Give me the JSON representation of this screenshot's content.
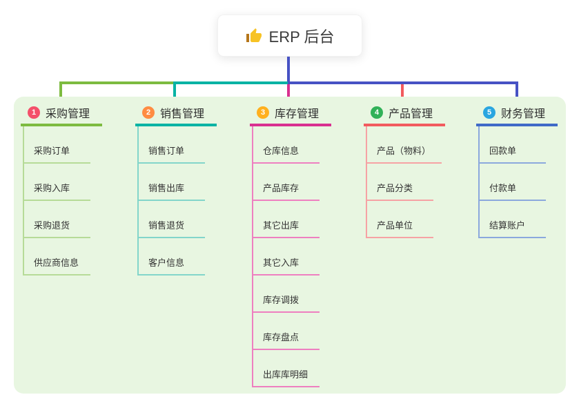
{
  "root": {
    "icon": "thumbs-up",
    "label": "ERP 后台"
  },
  "branches": [
    {
      "num": "1",
      "label": "采购管理",
      "badge_color": "#f4506a",
      "line_color": "#7dbb40",
      "sub_line_color": "#b6db97",
      "children": [
        "采购订单",
        "采购入库",
        "采购退货",
        "供应商信息"
      ]
    },
    {
      "num": "2",
      "label": "销售管理",
      "badge_color": "#ff8c42",
      "line_color": "#06b3a4",
      "sub_line_color": "#82d5ca",
      "children": [
        "销售订单",
        "销售出库",
        "销售退货",
        "客户信息"
      ]
    },
    {
      "num": "3",
      "label": "库存管理",
      "badge_color": "#ffb01e",
      "line_color": "#d93090",
      "sub_line_color": "#ee7fc0",
      "children": [
        "仓库信息",
        "产品库存",
        "其它出库",
        "其它入库",
        "库存调拨",
        "库存盘点",
        "出库库明细"
      ]
    },
    {
      "num": "4",
      "label": "产品管理",
      "badge_color": "#31b158",
      "line_color": "#f25b5e",
      "sub_line_color": "#f6a2a4",
      "children": [
        "产品（物料）",
        "产品分类",
        "产品单位"
      ]
    },
    {
      "num": "5",
      "label": "财务管理",
      "badge_color": "#2aa6e0",
      "line_color": "#3f6ac7",
      "sub_line_color": "#8ba8dd",
      "children": [
        "回款单",
        "付款单",
        "结算账户"
      ]
    }
  ],
  "colors": {
    "stem": "#4752c4",
    "panel_bg": "#e8f6e1",
    "header_text": "#2e2e2e",
    "child_text": "#333333"
  }
}
